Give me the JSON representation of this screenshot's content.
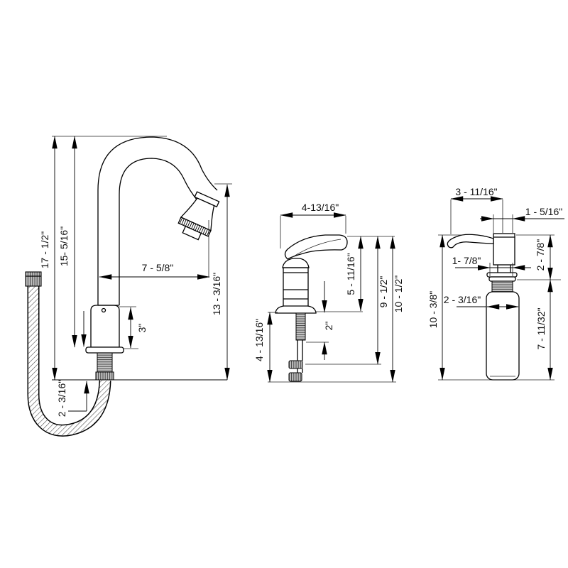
{
  "figures": {
    "faucet": {
      "dims": {
        "overall_height": "17 - 1/2\"",
        "flange_height": "15- 5/16\"",
        "spout_reach": "7 - 5/8\"",
        "spout_clearance": "13 - 3/16\"",
        "body_height": "3\"",
        "below_deck": "2 - 3/16\""
      }
    },
    "handle": {
      "dims": {
        "handle_reach": "4-13/16\"",
        "spout_height": "5 - 11/16\"",
        "shank_length": "2\"",
        "hose_drop": "9 - 1/2\"",
        "overall_drop": "10 - 1/2\"",
        "below_deck": "4 - 13/16\""
      }
    },
    "dispenser": {
      "dims": {
        "spout_reach": "3 - 11/16\"",
        "head_width": "1 - 5/16\"",
        "collar_width": "1- 7/8\"",
        "head_height": "2 - 7/8\"",
        "bottle_width": "2 - 3/16\"",
        "overall_height": "10 - 3/8\"",
        "bottle_height": "7 - 11/32\""
      }
    }
  }
}
